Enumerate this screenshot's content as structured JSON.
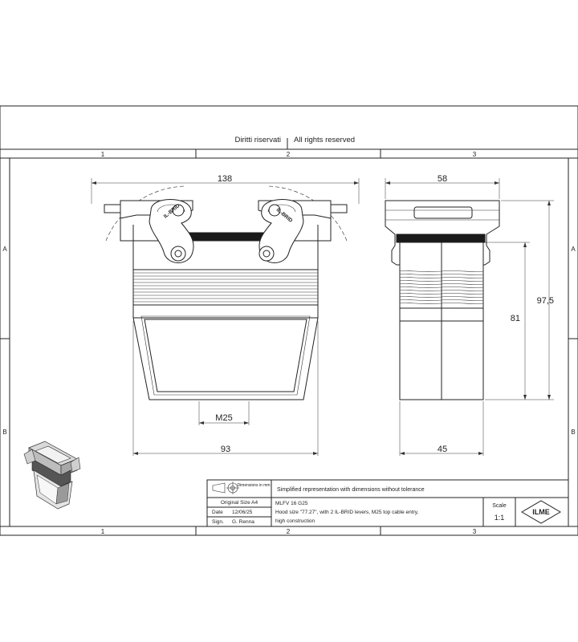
{
  "header": {
    "rights_it": "Diritti riservati",
    "rights_en": "All rights reserved"
  },
  "grid": {
    "columns": [
      "1",
      "2",
      "3"
    ],
    "rows": [
      "A",
      "B"
    ]
  },
  "front_view": {
    "dim_width": "138",
    "dim_base": "93",
    "dim_thread": "M25",
    "lever_label_left": "IL-BRID",
    "lever_label_right": "IL-BRID"
  },
  "side_view": {
    "dim_width": "58",
    "dim_base": "45",
    "dim_height_body": "81",
    "dim_height_total": "97,5"
  },
  "title_block": {
    "dimensions_label": "Dimensions in mm",
    "original_size": "Original Size A4",
    "date_label": "Date",
    "date_value": "12/06/25",
    "sign_label": "Sign.",
    "sign_value": "G. Renna",
    "note": "Simplified representation with dimensions without tolerance",
    "code": "MLFV 16 G25",
    "description_1": "Hood size \"77.27\", with 2 IL-BRID levers, M25 top cable entry,",
    "description_2": "high construction",
    "scale_label": "Scale",
    "scale_value": "1:1",
    "logo_text": "ILME"
  }
}
